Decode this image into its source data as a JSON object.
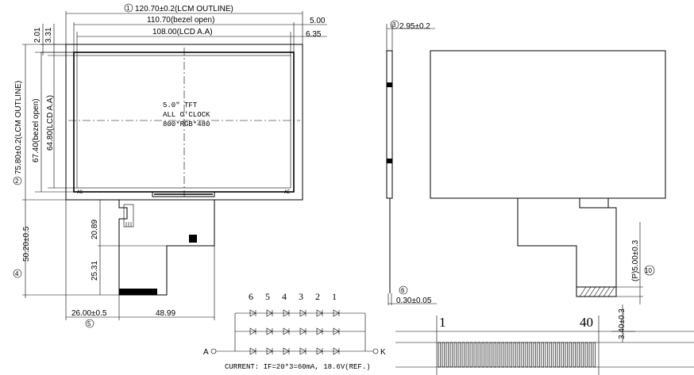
{
  "front_view": {
    "dims": {
      "lcm_outline_w": "120.70±0.2(LCM OUTLINE)",
      "bezel_open_w": "110.70(bezel open)",
      "lcd_aa_w": "108.00(LCD A.A)",
      "right_gap_1": "5.00",
      "right_gap_2": "6.35",
      "top_gap_1": "2.01",
      "top_gap_2": "3.31",
      "lcm_outline_h": "75.80±0.2(LCM OUTLINE)",
      "bezel_open_h": "67.40(bezel open)",
      "lcd_aa_h": "64.80(LCD A.A)",
      "fpc_total_h": "50.20±0.5",
      "fpc_upper_h": "20.89",
      "fpc_lower_h": "25.31",
      "fpc_left_offset": "26.00±0.5",
      "fpc_width": "48.99"
    },
    "callouts": {
      "c1": "1",
      "c2": "2",
      "c4": "4",
      "c5": "5"
    },
    "screen_text": [
      "5.0\" TFT",
      "ALL O'CLOCK",
      "800*RGB*480"
    ],
    "corner_marks": {
      "left": "AG",
      "right": "AE"
    }
  },
  "side_view": {
    "thickness": "2.95±0.2",
    "fpc_thickness": "0.30±0.05",
    "callouts": {
      "c3": "3",
      "c6": "6"
    }
  },
  "back_view": {
    "pitch": "(P)5.00±0.3",
    "callouts": {
      "c10": "10"
    }
  },
  "led_circuit": {
    "column_labels": [
      "6",
      "5",
      "4",
      "3",
      "2",
      "1"
    ],
    "anode": "A",
    "cathode": "K",
    "current": "CURRENT: IF=20*3=60mA, 18.6V(REF.)"
  },
  "connector_detail": {
    "pin_first": "1",
    "pin_last": "40",
    "height": "3.40±0.3"
  }
}
